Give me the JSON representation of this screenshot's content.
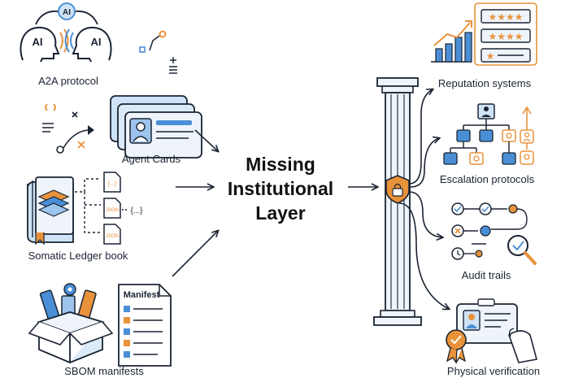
{
  "left": {
    "a2a": {
      "label": "A2A protocol",
      "badge_text": "AI"
    },
    "agent_cards": {
      "label": "Agent Cards"
    },
    "ledger": {
      "label": "Somatic Ledger book",
      "file_tag": "JSON",
      "brace_text": "{...}"
    },
    "sbom": {
      "label": "SBOM manifests",
      "doc_title": "Manifest"
    }
  },
  "center": {
    "title_lines": [
      "Missing",
      "Institutional",
      "Layer"
    ]
  },
  "right": {
    "reputation": {
      "label": "Reputation systems"
    },
    "escalation": {
      "label": "Escalation protocols"
    },
    "audit": {
      "label": "Audit trails"
    },
    "physical": {
      "label": "Physical verification"
    }
  },
  "colors": {
    "ink": "#1b2433",
    "accent_blue": "#4a8fd6",
    "light_blue": "#cfe3f7",
    "accent_orange": "#e8923a",
    "pillar_fill": "#eef4fa"
  }
}
